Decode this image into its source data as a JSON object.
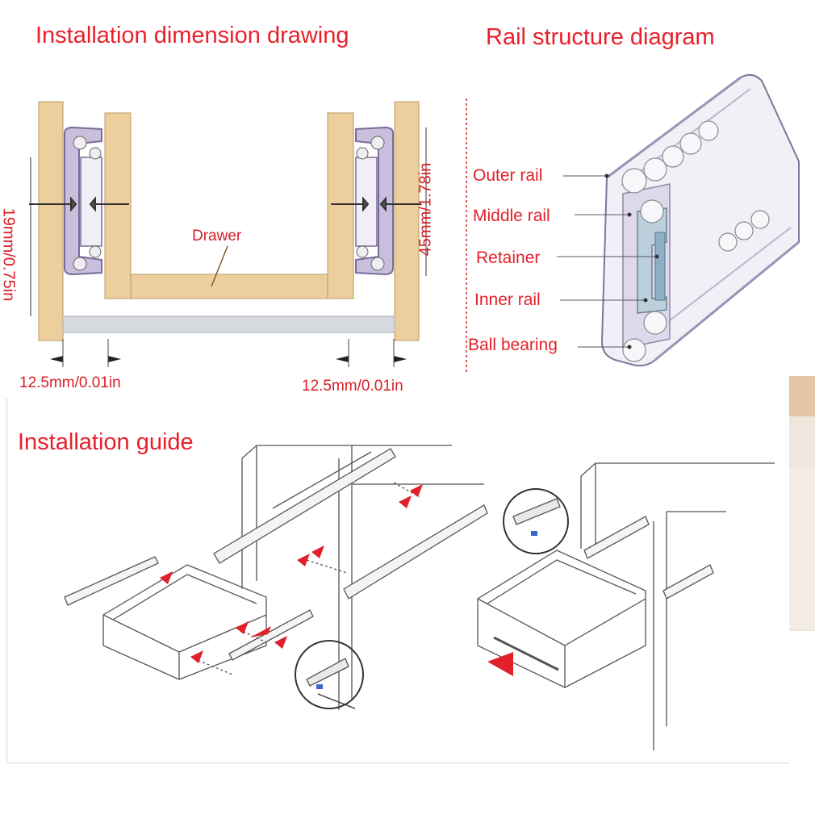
{
  "titles": {
    "installation_dimension": "Installation dimension drawing",
    "rail_structure": "Rail structure diagram",
    "installation_guide": "Installation guide"
  },
  "dimension_drawing": {
    "drawer_label": "Drawer",
    "height_left": "19mm/0.75in",
    "height_right": "45mm/1.78in",
    "gap_left": "12.5mm/0.01in",
    "gap_right": "12.5mm/0.01in"
  },
  "rail_structure": {
    "parts": [
      "Outer rail",
      "Middle rail",
      "Retainer",
      "Inner rail",
      "Ball bearing"
    ]
  },
  "colors": {
    "title_red": "#e8202a",
    "wood": "#eccf9c",
    "rail_purple": "#8c7fa8",
    "arrow_red": "#e0202a"
  }
}
